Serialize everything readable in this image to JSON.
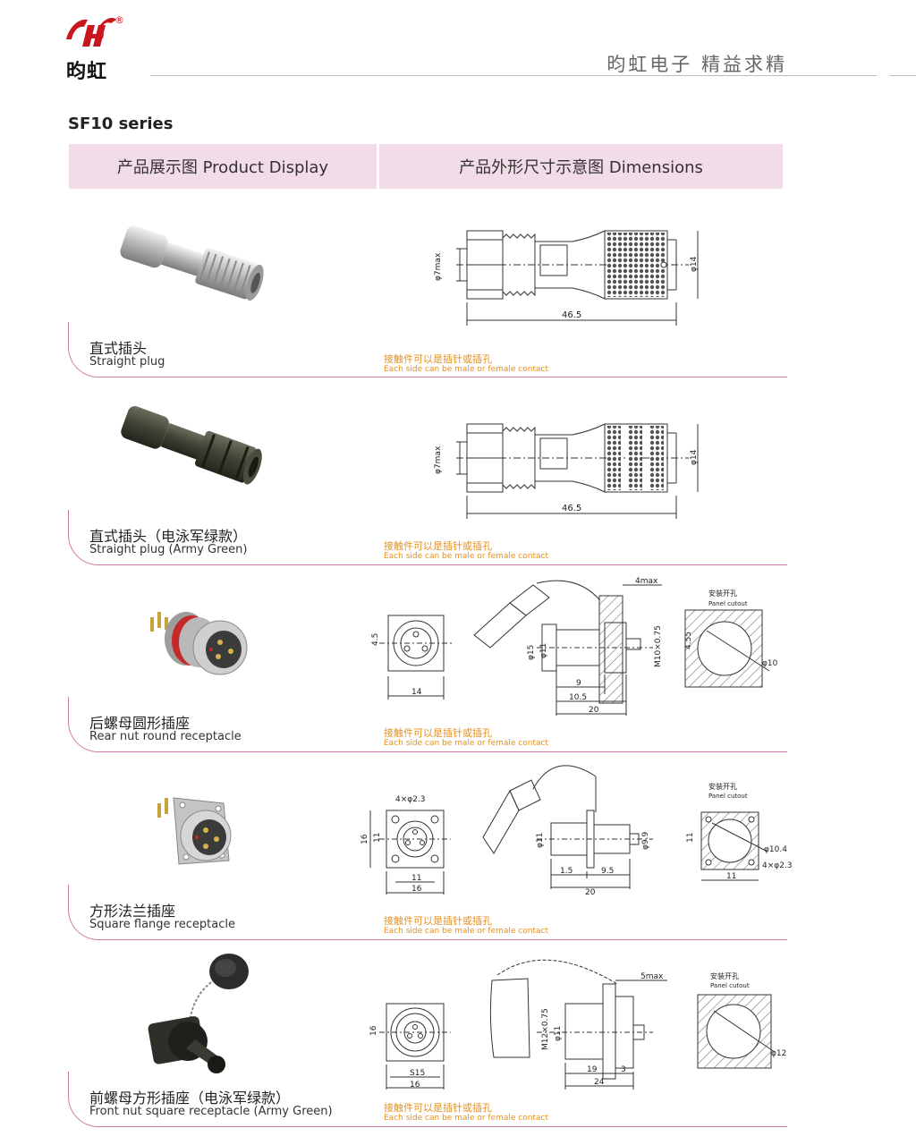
{
  "header": {
    "brand": "昀虹",
    "registered": "®",
    "slogan": "昀虹电子   精益求精"
  },
  "series_title": "SF10 series",
  "table_headers": {
    "display": "产品展示图  Product Display",
    "dimensions": "产品外形尺寸示意图  Dimensions"
  },
  "contact_note": {
    "cn": "接触件可以是插针或插孔",
    "en": "Each side can be male or female contact"
  },
  "products": [
    {
      "name_cn": "直式插头",
      "name_en": "Straight plug",
      "dims": [
        "φ7max",
        "φ14",
        "46.5"
      ]
    },
    {
      "name_cn": "直式插头（电泳军绿款）",
      "name_en": "Straight plug (Army Green)",
      "dims": [
        "φ7max",
        "φ14",
        "46.5"
      ]
    },
    {
      "name_cn": "后螺母圆形插座",
      "name_en": "Rear nut round receptacle",
      "dims": [
        "4.5",
        "14",
        "4max",
        "φ15",
        "φ11",
        "M10×0.75",
        "9",
        "10.5",
        "20",
        "4.55",
        "φ10"
      ]
    },
    {
      "name_cn": "方形法兰插座",
      "name_en": "Square flange receptacle",
      "dims": [
        "4×φ2.3",
        "16",
        "11",
        "11",
        "16",
        "φ11",
        "φ9.9",
        "1.5",
        "9.5",
        "20",
        "11",
        "φ10.4",
        "4×φ2.3",
        "11"
      ]
    },
    {
      "name_cn": "前螺母方形插座（电泳军绿款）",
      "name_en": "Front nut square receptacle (Army Green)",
      "dims": [
        "16",
        "S15",
        "16",
        "5max",
        "M12×0.75",
        "φ11",
        "19",
        "3",
        "24",
        "φ12"
      ]
    }
  ],
  "panel_cutout": {
    "cn": "安装开孔",
    "en": "Panel cutout"
  },
  "colors": {
    "accent": "#d07aa8",
    "header_bg": "#f1dce8",
    "note": "#e8901a",
    "logo_red": "#c8171f"
  }
}
